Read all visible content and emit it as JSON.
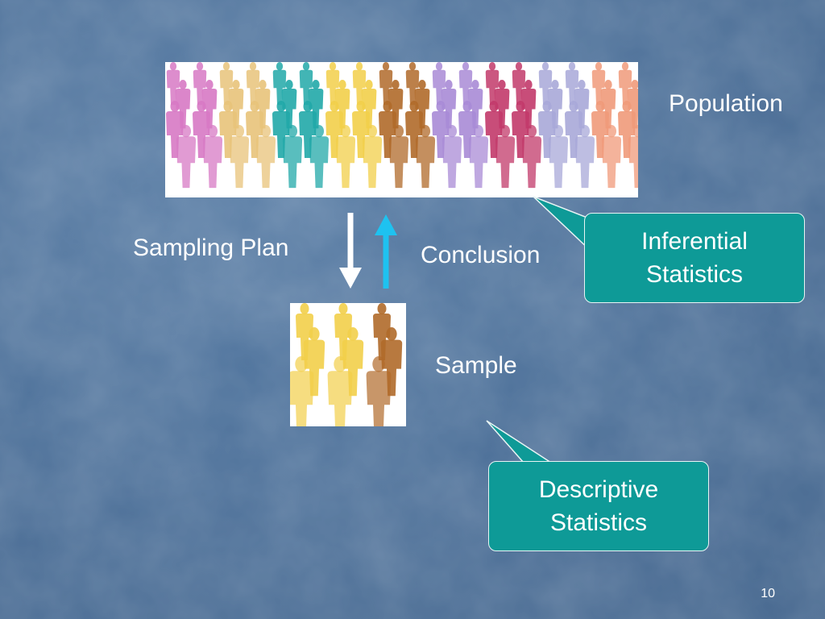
{
  "labels": {
    "population": "Population",
    "sampling_plan": "Sampling Plan",
    "conclusion": "Conclusion",
    "sample": "Sample"
  },
  "callouts": {
    "inferential": {
      "line1": "Inferential",
      "line2": "Statistics"
    },
    "descriptive": {
      "line1": "Descriptive",
      "line2": "Statistics"
    }
  },
  "page_number": "10",
  "colors": {
    "background": "#4d719a",
    "callout_fill": "#0e9a97",
    "down_arrow": "#ffffff",
    "up_arrow": "#1ec2f0",
    "text": "#ffffff"
  },
  "figure_palette": [
    "#d779c4",
    "#e8c37a",
    "#21a8a8",
    "#f2cf4a",
    "#b06a2a",
    "#a98bd6",
    "#c23a6a",
    "#a8a8d8",
    "#f09a7a"
  ],
  "sample_palette": [
    "#f2cf4a",
    "#b06a2a",
    "#a98bd6"
  ]
}
